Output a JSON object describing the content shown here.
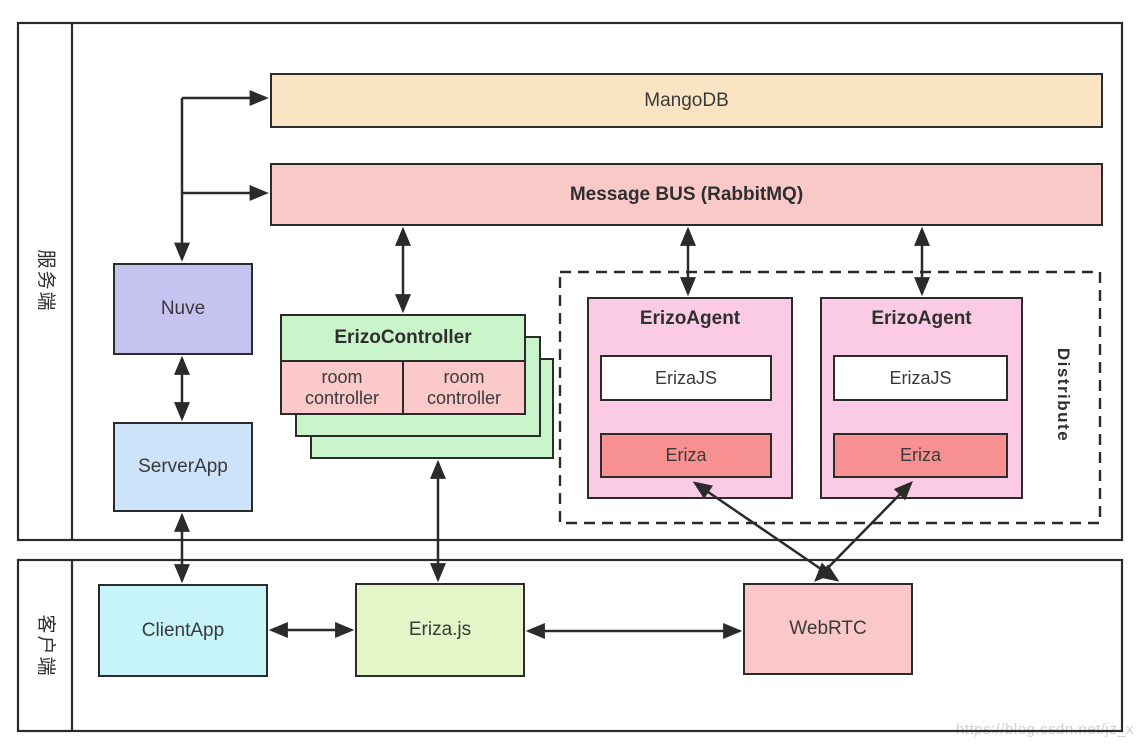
{
  "diagram": {
    "sections": {
      "server": {
        "label": "服务端"
      },
      "client": {
        "label": "客户端"
      }
    },
    "nodes": {
      "mangodb": {
        "label": "MangoDB",
        "fill": "#fae4c4"
      },
      "message_bus": {
        "label": "Message BUS (RabbitMQ)",
        "fill": "#f9c9c9"
      },
      "nuve": {
        "label": "Nuve",
        "fill": "#c7c3f1"
      },
      "server_app": {
        "label": "ServerApp",
        "fill": "#cce3f9"
      },
      "erizo_controller": {
        "label": "ErizoController",
        "fill": "#caf5ca"
      },
      "room_controller_1": {
        "label": "room controller",
        "fill": "#fbc9c9"
      },
      "room_controller_2": {
        "label": "room controller",
        "fill": "#fbc9c9"
      },
      "erizo_agent_1": {
        "label": "ErizoAgent",
        "fill": "#fbcbe5"
      },
      "eriza_js_1": {
        "label": "ErizaJS",
        "fill": "#ffffff"
      },
      "eriza_1": {
        "label": "Eriza",
        "fill": "#f79191"
      },
      "erizo_agent_2": {
        "label": "ErizoAgent",
        "fill": "#fbcbe5"
      },
      "eriza_js_2": {
        "label": "ErizaJS",
        "fill": "#ffffff"
      },
      "eriza_2": {
        "label": "Eriza",
        "fill": "#f79191"
      },
      "client_app": {
        "label": "ClientApp",
        "fill": "#c6f4f8"
      },
      "eriza_js_client": {
        "label": "Eriza.js",
        "fill": "#e4f6c8"
      },
      "webrtc": {
        "label": "WebRTC",
        "fill": "#fac8c8"
      }
    },
    "distribute_label": "Distribute",
    "watermark": "https://blog.csdn.net/jz_x",
    "colors": {
      "line": "#2b2b2b",
      "text": "#3a3a3a",
      "watermark": "#d2d2d2"
    }
  }
}
